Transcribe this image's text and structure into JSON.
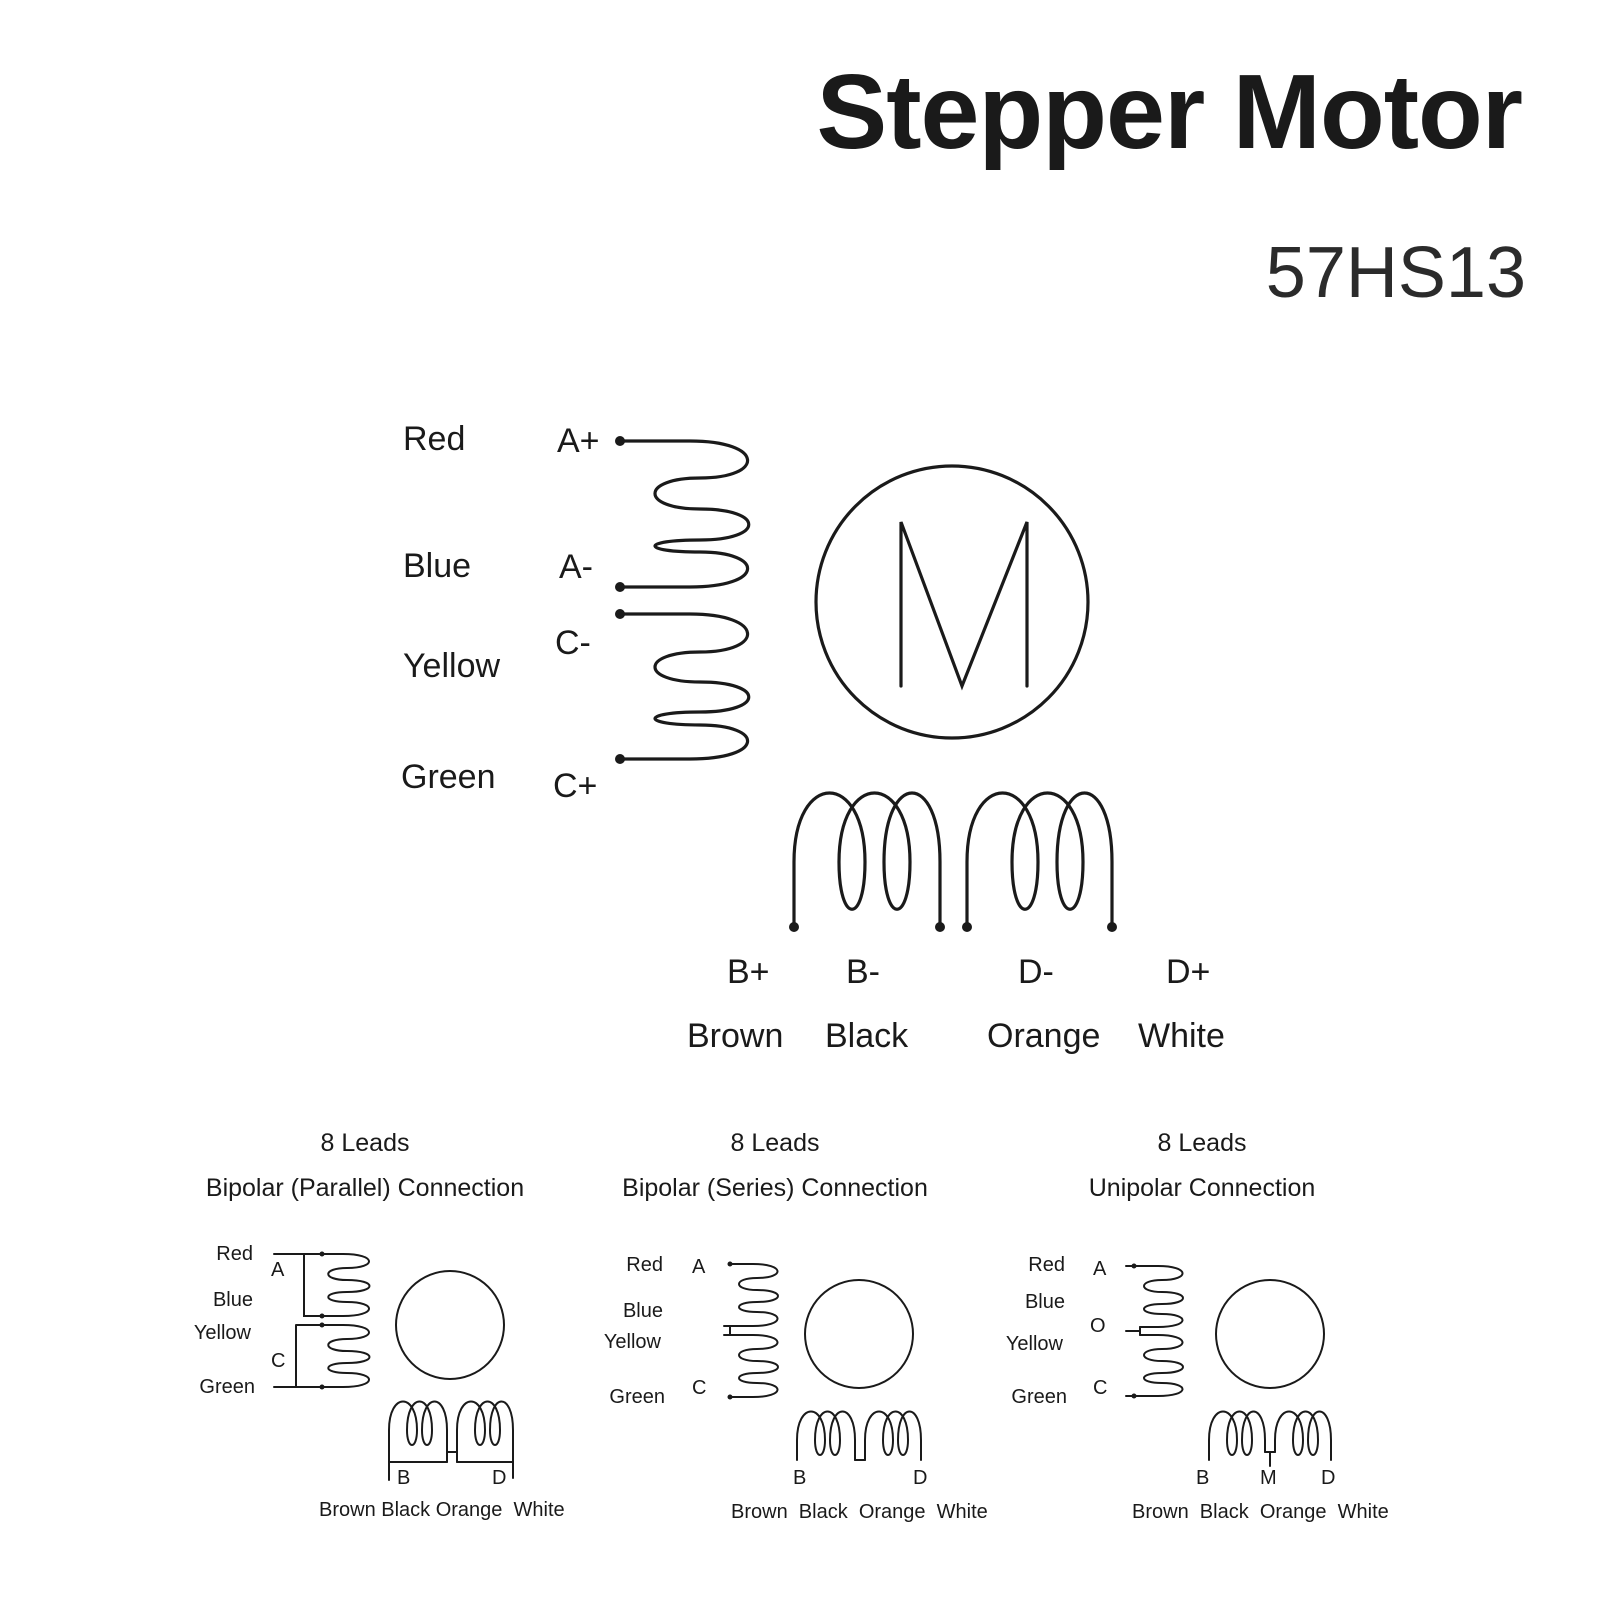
{
  "header": {
    "title": "Stepper Motor",
    "model": "57HS13"
  },
  "main_diagram": {
    "motor_symbol": "M",
    "left_leads": [
      {
        "color": "Red",
        "terminal": "A+"
      },
      {
        "color": "Blue",
        "terminal": "A-"
      },
      {
        "color": "Yellow",
        "terminal": "C-"
      },
      {
        "color": "Green",
        "terminal": "C+"
      }
    ],
    "bottom_leads": [
      {
        "color": "Brown",
        "terminal": "B+"
      },
      {
        "color": "Black",
        "terminal": "B-"
      },
      {
        "color": "Orange",
        "terminal": "D-"
      },
      {
        "color": "White",
        "terminal": "D+"
      }
    ]
  },
  "connections": [
    {
      "leads": "8 Leads",
      "name": "Bipolar (Parallel) Connection",
      "left_colors": [
        "Red",
        "Blue",
        "Yellow",
        "Green"
      ],
      "left_terminals": [
        "A",
        "C"
      ],
      "bottom_terminals": [
        "B",
        "D"
      ],
      "bottom_colors": "Brown Black Orange  White"
    },
    {
      "leads": "8 Leads",
      "name": "Bipolar (Series) Connection",
      "left_colors": [
        "Red",
        "Blue",
        "Yellow",
        "Green"
      ],
      "left_terminals": [
        "A",
        "C"
      ],
      "bottom_terminals": [
        "B",
        "D"
      ],
      "bottom_colors": "Brown  Black  Orange  White"
    },
    {
      "leads": "8 Leads",
      "name": "Unipolar Connection",
      "left_colors": [
        "Red",
        "Blue",
        "Yellow",
        "Green"
      ],
      "left_terminals": [
        "A",
        "O",
        "C"
      ],
      "bottom_terminals": [
        "B",
        "M",
        "D"
      ],
      "bottom_colors": "Brown  Black  Orange  White"
    }
  ]
}
